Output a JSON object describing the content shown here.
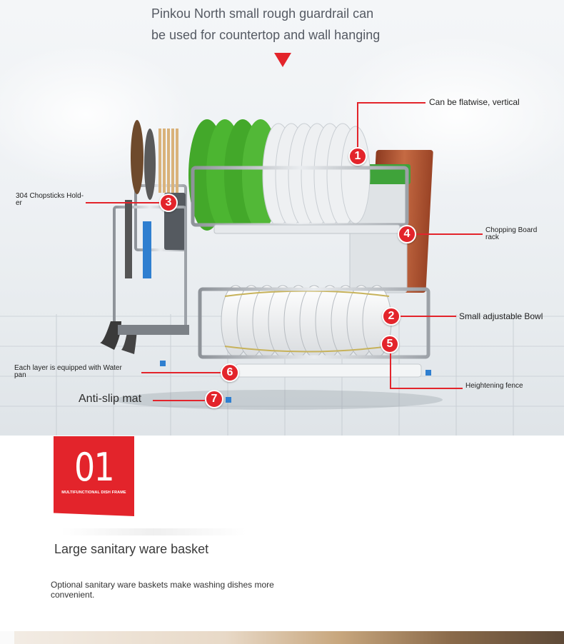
{
  "headline": {
    "line1": "Pinkou North small rough guardrail can",
    "line2": "be used for countertop and wall hanging"
  },
  "callouts": {
    "c1": {
      "number": "1",
      "label": "Can be flatwise, vertical"
    },
    "c2": {
      "number": "2",
      "label": "Small adjustable Bowl"
    },
    "c3": {
      "number": "3",
      "label_line1": "304 Chopsticks Hold-",
      "label_line2": "er"
    },
    "c4": {
      "number": "4",
      "label_line1": "Chopping Board",
      "label_line2": "rack"
    },
    "c5": {
      "number": "5",
      "label": "Heightening fence"
    },
    "c6": {
      "number": "6",
      "label_line1": "Each layer is equipped with Water",
      "label_line2": "pan"
    },
    "c7": {
      "number": "7",
      "label": "Anti-slip mat"
    }
  },
  "section": {
    "badge_number": "01",
    "badge_caption": "MULTIFUNCTIONAL DISH FRAME",
    "title": "Large sanitary ware basket",
    "description": "Optional sanitary ware baskets make washing dishes more convenient."
  },
  "colors": {
    "accent": "#e3242b",
    "headline_text": "#555a63",
    "plate_green": "#4caf2a",
    "plate_white": "#eef0f2",
    "steel": "#b8bcc2",
    "cutting_board": "#b5512f"
  }
}
